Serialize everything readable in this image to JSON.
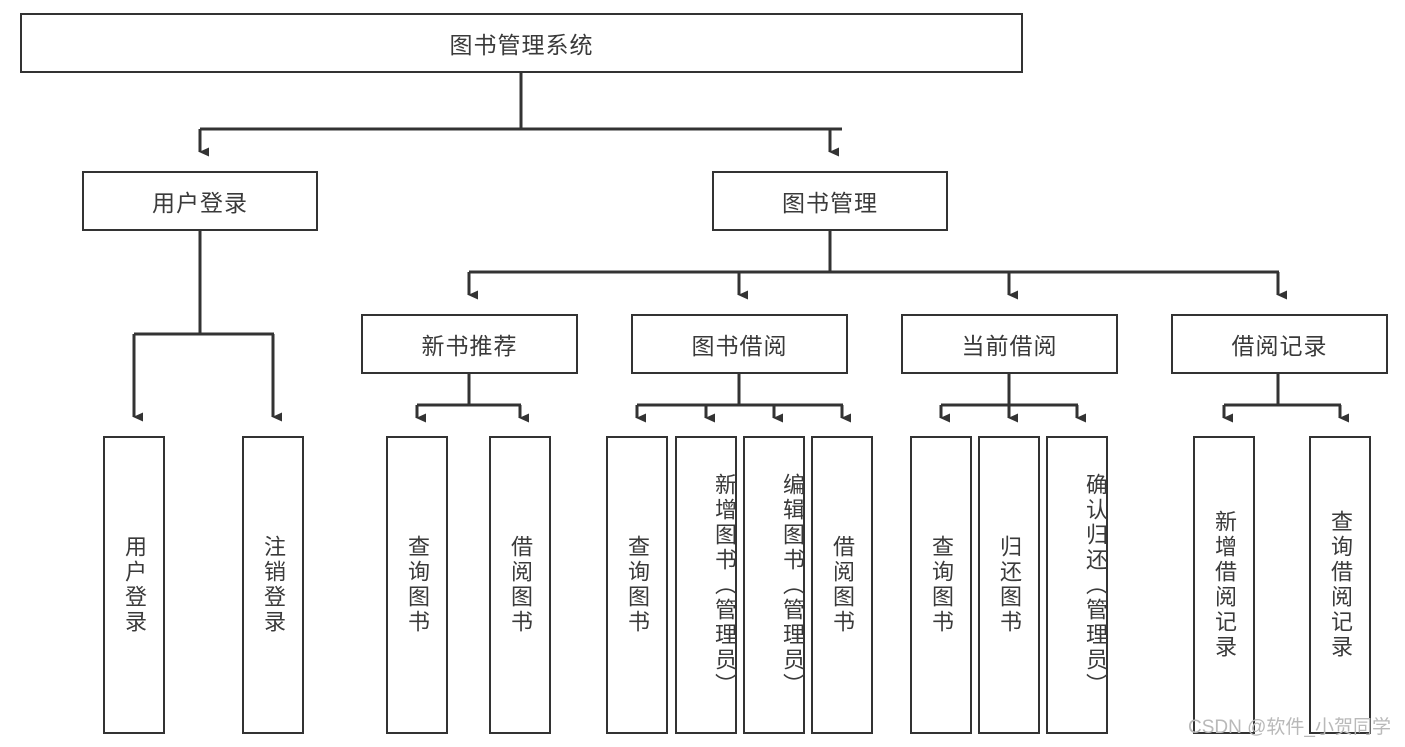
{
  "diagram": {
    "type": "tree-hierarchy",
    "title": "图书管理系统",
    "root": {
      "id": "root",
      "label": "图书管理系统"
    },
    "level2": [
      {
        "id": "user-login",
        "label": "用户登录"
      },
      {
        "id": "book-management",
        "label": "图书管理"
      }
    ],
    "level3": [
      {
        "id": "new-book-recommend",
        "label": "新书推荐",
        "parent": "book-management"
      },
      {
        "id": "book-borrow",
        "label": "图书借阅",
        "parent": "book-management"
      },
      {
        "id": "current-borrow",
        "label": "当前借阅",
        "parent": "book-management"
      },
      {
        "id": "borrow-record",
        "label": "借阅记录",
        "parent": "book-management"
      }
    ],
    "leaves": [
      {
        "id": "leaf-user-login",
        "label": "用户登录",
        "parent": "user-login"
      },
      {
        "id": "leaf-logout-login",
        "label": "注销登录",
        "parent": "user-login"
      },
      {
        "id": "leaf-query-book-1",
        "label": "查询图书",
        "parent": "new-book-recommend"
      },
      {
        "id": "leaf-borrow-book-1",
        "label": "借阅图书",
        "parent": "new-book-recommend"
      },
      {
        "id": "leaf-query-book-2",
        "label": "查询图书",
        "parent": "book-borrow"
      },
      {
        "id": "leaf-add-book",
        "label": "新增图书（管理员）",
        "parent": "book-borrow"
      },
      {
        "id": "leaf-edit-book",
        "label": "编辑图书（管理员）",
        "parent": "book-borrow"
      },
      {
        "id": "leaf-borrow-book-2",
        "label": "借阅图书",
        "parent": "book-borrow"
      },
      {
        "id": "leaf-query-book-3",
        "label": "查询图书",
        "parent": "current-borrow"
      },
      {
        "id": "leaf-return-book",
        "label": "归还图书",
        "parent": "current-borrow"
      },
      {
        "id": "leaf-confirm-return",
        "label": "确认归还（管理员）",
        "parent": "current-borrow"
      },
      {
        "id": "leaf-add-record",
        "label": "新增借阅记录",
        "parent": "borrow-record"
      },
      {
        "id": "leaf-query-record",
        "label": "查询借阅记录",
        "parent": "borrow-record"
      }
    ],
    "watermark": "CSDN @软件_小贺同学",
    "colors": {
      "stroke": "#333333",
      "background": "#ffffff",
      "text": "#3a3a3a",
      "watermark": "#b9b9b9"
    }
  }
}
